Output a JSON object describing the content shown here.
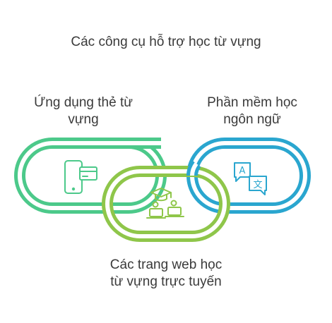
{
  "title": "Các công cụ hỗ trợ học từ vựng",
  "nodes": [
    {
      "id": "left",
      "label": "Ứng dụng thẻ từ\nvựng",
      "color": "#4cc98a",
      "icon": "phone-card-icon"
    },
    {
      "id": "right",
      "label": "Phần mềm học\nngôn ngữ",
      "color": "#2aa6cf",
      "icon": "translate-icon"
    },
    {
      "id": "bottom",
      "label": "Các trang web học\ntừ vựng trực tuyến",
      "color": "#8fc64a",
      "icon": "students-laptops-icon"
    }
  ]
}
